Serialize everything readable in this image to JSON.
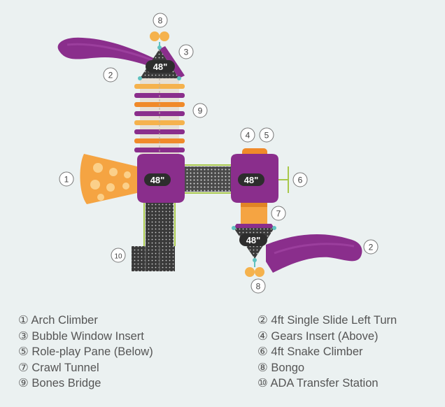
{
  "deck_heights": [
    "48\"",
    "48\"",
    "48\"",
    "48\""
  ],
  "callouts": {
    "arch_climber": "1",
    "slide_top": "2",
    "slide_right": "2",
    "bubble_window": "3",
    "gears_insert": "4",
    "role_play_pane": "5",
    "snake_climber": "6",
    "crawl_tunnel": "7",
    "bongo_top": "8",
    "bongo_bottom": "8",
    "bones_bridge": "9",
    "ada_transfer": "10"
  },
  "legend": [
    {
      "num": "①",
      "label": "Arch Climber"
    },
    {
      "num": "②",
      "label": "4ft Single Slide Left Turn"
    },
    {
      "num": "③",
      "label": "Bubble Window Insert"
    },
    {
      "num": "④",
      "label": "Gears Insert (Above)"
    },
    {
      "num": "⑤",
      "label": "Role-play Pane (Below)"
    },
    {
      "num": "⑥",
      "label": "4ft Snake Climber"
    },
    {
      "num": "⑦",
      "label": "Crawl Tunnel"
    },
    {
      "num": "⑧",
      "label": "Bongo"
    },
    {
      "num": "⑨",
      "label": "Bones Bridge"
    },
    {
      "num": "⑩",
      "label": "ADA Transfer Station"
    }
  ],
  "colors": {
    "purple": "#8a2e8c",
    "orange": "#f08a2a",
    "light_orange": "#f5b24d",
    "deck_dark": "#3a3a3a",
    "frame_green": "#a8c84a"
  }
}
